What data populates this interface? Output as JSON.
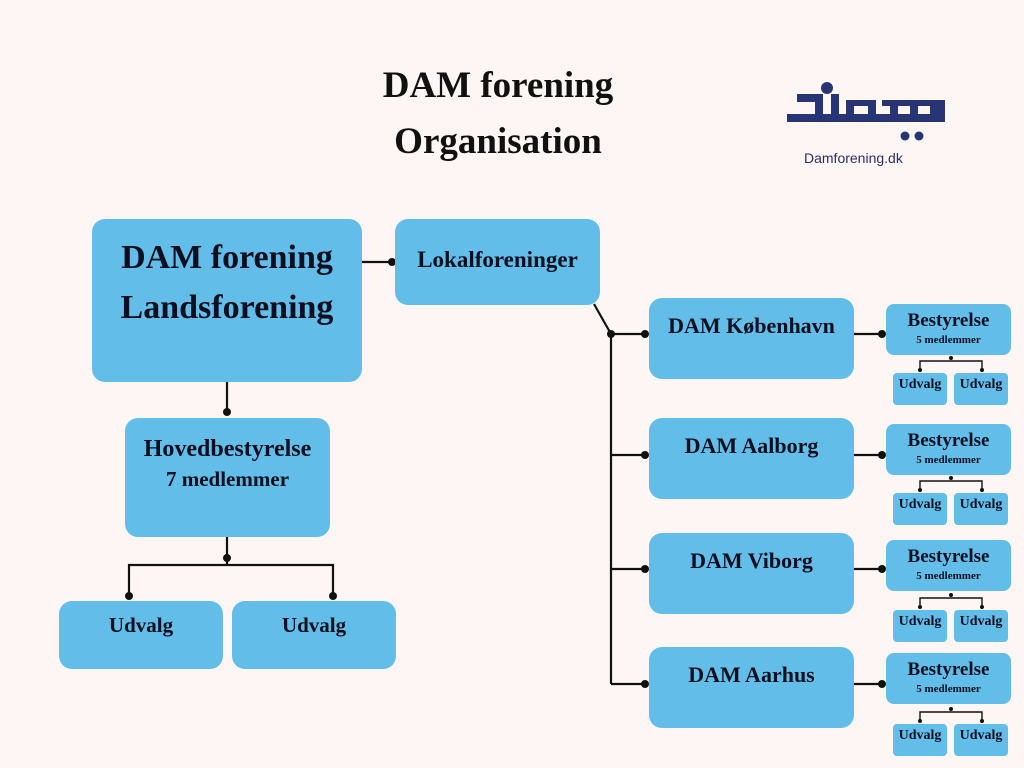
{
  "header": {
    "title_line1": "DAM forening",
    "title_line2": "Organisation"
  },
  "logo": {
    "icon": "dam-logo-icon",
    "wordmark": "dam",
    "url_text": "Damforening.dk",
    "color": "#283574"
  },
  "colors": {
    "box_fill": "#63bde9",
    "background": "#fdf6f4",
    "connector": "#111111"
  },
  "national": {
    "line1": "DAM forening",
    "line2": "Landsforening"
  },
  "local_root": {
    "label": "Lokalforeninger"
  },
  "main_board": {
    "title": "Hovedbestyrelse",
    "members": "7 medlemmer",
    "committees": [
      "Udvalg",
      "Udvalg"
    ]
  },
  "local_branches": [
    {
      "name": "DAM København",
      "board": {
        "title": "Bestyrelse",
        "members": "5 medlemmer",
        "committees": [
          "Udvalg",
          "Udvalg"
        ]
      }
    },
    {
      "name": "DAM Aalborg",
      "board": {
        "title": "Bestyrelse",
        "members": "5 medlemmer",
        "committees": [
          "Udvalg",
          "Udvalg"
        ]
      }
    },
    {
      "name": "DAM Viborg",
      "board": {
        "title": "Bestyrelse",
        "members": "5 medlemmer",
        "committees": [
          "Udvalg",
          "Udvalg"
        ]
      }
    },
    {
      "name": "DAM Aarhus",
      "board": {
        "title": "Bestyrelse",
        "members": "5 medlemmer",
        "committees": [
          "Udvalg",
          "Udvalg"
        ]
      }
    }
  ]
}
